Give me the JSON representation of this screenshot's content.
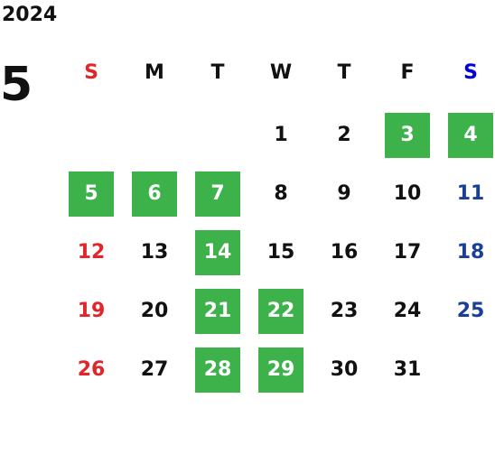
{
  "calendar": {
    "year": "2024",
    "month": "5",
    "highlight_color": "#3db24b",
    "sunday_color": "#e0262a",
    "saturday_color": "#1a3f99",
    "weekday_color": "#0000dd",
    "weekdays": [
      {
        "label": "S",
        "type": "sun"
      },
      {
        "label": "M",
        "type": "weekday"
      },
      {
        "label": "T",
        "type": "weekday"
      },
      {
        "label": "W",
        "type": "weekday"
      },
      {
        "label": "T",
        "type": "weekday"
      },
      {
        "label": "F",
        "type": "weekday"
      },
      {
        "label": "S",
        "type": "sat"
      }
    ],
    "first_weekday_index": 3,
    "days": [
      {
        "label": "1",
        "highlight": false
      },
      {
        "label": "2",
        "highlight": false
      },
      {
        "label": "3",
        "highlight": true
      },
      {
        "label": "4",
        "highlight": true
      },
      {
        "label": "5",
        "highlight": true
      },
      {
        "label": "6",
        "highlight": true
      },
      {
        "label": "7",
        "highlight": true
      },
      {
        "label": "8",
        "highlight": false
      },
      {
        "label": "9",
        "highlight": false
      },
      {
        "label": "10",
        "highlight": false
      },
      {
        "label": "11",
        "highlight": false
      },
      {
        "label": "12",
        "highlight": false
      },
      {
        "label": "13",
        "highlight": false
      },
      {
        "label": "14",
        "highlight": true
      },
      {
        "label": "15",
        "highlight": false
      },
      {
        "label": "16",
        "highlight": false
      },
      {
        "label": "17",
        "highlight": false
      },
      {
        "label": "18",
        "highlight": false
      },
      {
        "label": "19",
        "highlight": false
      },
      {
        "label": "20",
        "highlight": false
      },
      {
        "label": "21",
        "highlight": true
      },
      {
        "label": "22",
        "highlight": true
      },
      {
        "label": "23",
        "highlight": false
      },
      {
        "label": "24",
        "highlight": false
      },
      {
        "label": "25",
        "highlight": false
      },
      {
        "label": "26",
        "highlight": false
      },
      {
        "label": "27",
        "highlight": false
      },
      {
        "label": "28",
        "highlight": true
      },
      {
        "label": "29",
        "highlight": true
      },
      {
        "label": "30",
        "highlight": false
      },
      {
        "label": "31",
        "highlight": false
      }
    ]
  }
}
